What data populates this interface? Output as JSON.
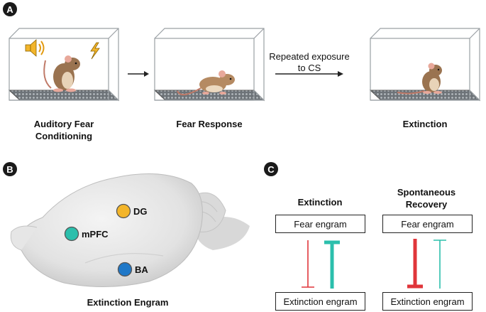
{
  "panels": {
    "a": "A",
    "b": "B",
    "c": "C"
  },
  "panel_a": {
    "stages": [
      {
        "caption": "Auditory Fear\nConditioning"
      },
      {
        "caption": "Fear Response"
      },
      {
        "caption": "Extinction"
      }
    ],
    "arrow_label": "Repeated exposure\nto CS",
    "icons": [
      "speaker-icon",
      "lightning-icon"
    ]
  },
  "panel_b": {
    "regions": [
      {
        "label": "DG",
        "color": "#f3b52a"
      },
      {
        "label": "mPFC",
        "color": "#2bbfac"
      },
      {
        "label": "BA",
        "color": "#1f78c8"
      }
    ],
    "caption": "Extinction Engram"
  },
  "panel_c": {
    "columns": [
      {
        "title": "Extinction",
        "top_box": "Fear engram",
        "bottom_box": "Extinction engram"
      },
      {
        "title": "Spontaneous\nRecovery",
        "top_box": "Fear engram",
        "bottom_box": "Extinction engram"
      }
    ],
    "colors": {
      "red": "#e0353a",
      "teal": "#2bbfac"
    }
  }
}
